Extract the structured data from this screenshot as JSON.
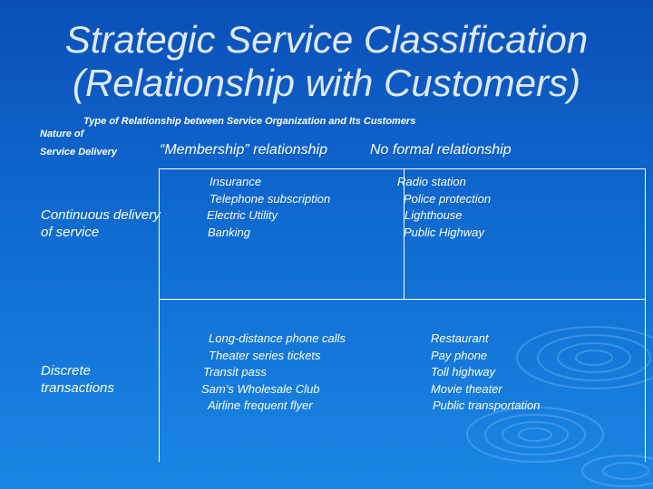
{
  "slide": {
    "title_line1": "Strategic Service Classification",
    "title_line2": "(Relationship with Customers)",
    "relationship_header": "Type of Relationship between Service Organization and Its Customers",
    "delivery_header_line1": "Nature of",
    "delivery_header_line2": "Service Delivery",
    "columns": [
      "“Membership” relationship",
      "No formal relationship"
    ],
    "rows": [
      {
        "label_line1": "Continuous delivery",
        "label_line2": "of service",
        "membership": [
          "Insurance",
          "Telephone subscription",
          "Electric Utility",
          "Banking"
        ],
        "no_formal": [
          "Radio station",
          "Police protection",
          "Lighthouse",
          "Public  Highway"
        ]
      },
      {
        "label_line1": "Discrete",
        "label_line2": "transactions",
        "membership": [
          "Long-distance phone calls",
          "Theater series tickets",
          "Transit  pass",
          "Sam’s Wholesale Club",
          "Airline frequent flyer"
        ],
        "no_formal": [
          "Restaurant",
          "Pay phone",
          "Toll highway",
          "Movie theater",
          "Public transportation"
        ]
      }
    ]
  }
}
